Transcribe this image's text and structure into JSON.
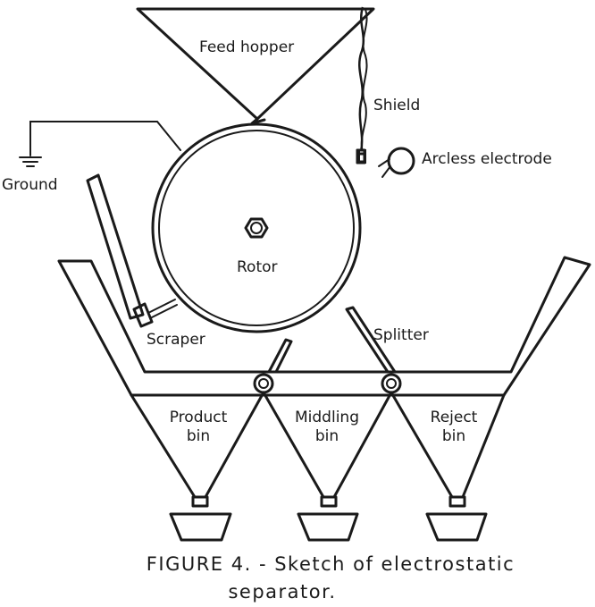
{
  "labels": {
    "feed_hopper": "Feed hopper",
    "shield": "Shield",
    "arcless_electrode": "Arcless electrode",
    "ground": "Ground",
    "rotor": "Rotor",
    "scraper": "Scraper",
    "splitter": "Splitter",
    "product_bin_line1": "Product",
    "product_bin_line2": "bin",
    "middling_bin_line1": "Middling",
    "middling_bin_line2": "bin",
    "reject_bin_line1": "Reject",
    "reject_bin_line2": "bin"
  },
  "caption": {
    "line1": "FIGURE 4. - Sketch of electrostatic",
    "line2": "separator."
  }
}
